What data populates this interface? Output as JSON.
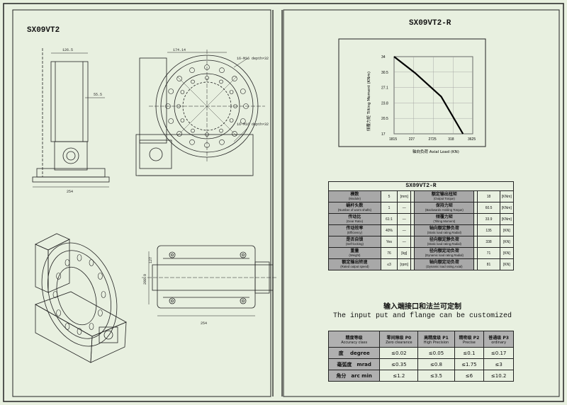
{
  "left_panel": {
    "title": "SX09VT2",
    "dims": {
      "d1": "126.5",
      "d2": "174.14",
      "d3": "16-M16 depth×32",
      "d4": "55.5",
      "d5": "16-M16 depth×32",
      "d6": "254",
      "d7": "254",
      "d8": "127",
      "d9": "288.9"
    }
  },
  "right_panel": {
    "title": "SX09VT2-R",
    "chart_data": {
      "type": "line",
      "xlabel": "轴向负荷 Axial Load (KN)",
      "ylabel": "倾覆力矩 Tilting Moment (KNm)",
      "x_ticks": [
        "1815",
        "227",
        "2725",
        "318",
        "3625"
      ],
      "y_ticks": [
        "34",
        "30.5",
        "27.1",
        "23.8",
        "20.5",
        "17"
      ],
      "x_range": [
        1815,
        3625
      ],
      "y_range": [
        17,
        34
      ],
      "series": [
        {
          "name": "",
          "x": [
            1815,
            2300,
            2900,
            3400
          ],
          "y": [
            34,
            30.4,
            25.2,
            17
          ]
        }
      ]
    },
    "specs": {
      "title": "SX09VT2-R",
      "rows": [
        {
          "l_cn": "模数",
          "l_en": "(Module)",
          "l_val": "5",
          "l_unit": "[mm]",
          "r_cn": "额定输出扭矩",
          "r_en": "(Output Torque)",
          "r_val": "18",
          "r_unit": "[KNm]"
        },
        {
          "l_cn": "蜗杆头数",
          "l_en": "(Number of worm shafts)",
          "l_val": "1",
          "l_unit": "—",
          "r_cn": "保持力矩",
          "r_en": "(Backwards Holding Torque)",
          "r_val": "60.5",
          "r_unit": "[KNm]"
        },
        {
          "l_cn": "传动比",
          "l_en": "(Gear Ratio)",
          "l_val": "61:1",
          "l_unit": "—",
          "r_cn": "倾覆力矩",
          "r_en": "(Tilting Moment)",
          "r_val": "33.9",
          "r_unit": "[KNm]"
        },
        {
          "l_cn": "传动效率",
          "l_en": "(Efficiency)",
          "l_val": "40%",
          "l_unit": "—",
          "r_cn": "轴向额定静负荷",
          "r_en": "(Static load rating,Radial)",
          "r_val": "135",
          "r_unit": "[KN]"
        },
        {
          "l_cn": "是否自锁",
          "l_en": "(Self-locking)",
          "l_val": "Yes",
          "l_unit": "—",
          "r_cn": "径向额定静负荷",
          "r_en": "(Static load rating,Radial)",
          "r_val": "338",
          "r_unit": "[KN]"
        },
        {
          "l_cn": "重量",
          "l_en": "(Weight)",
          "l_val": "76",
          "l_unit": "[kg]",
          "r_cn": "径向额定动负荷",
          "r_en": "(Dynamic load rating,Radial)",
          "r_val": "71",
          "r_unit": "[KN]"
        },
        {
          "l_cn": "额定输出转速",
          "l_en": "(Rated output speed)",
          "l_val": "≤3",
          "l_unit": "[rpm]",
          "r_cn": "轴向额定动负荷",
          "r_en": "(Dynamic load rating,Axial)",
          "r_val": "81",
          "r_unit": "[KN]"
        }
      ]
    },
    "customization": {
      "cn": "输入端接口和法兰可定制",
      "en": "The input put and flange can be customized"
    },
    "accuracy": {
      "headers": [
        {
          "cn": "精度等级",
          "en": "Accuracy class"
        },
        {
          "cn": "零间隙级 P0",
          "en": "Zero clearance"
        },
        {
          "cn": "高精度级 P1",
          "en": "High Precision"
        },
        {
          "cn": "精密级 P2",
          "en": "Precise"
        },
        {
          "cn": "普通级 P3",
          "en": "ordinary"
        }
      ],
      "rows": [
        {
          "label": "度　 degree",
          "v": [
            "≤0.02",
            "≤0.05",
            "≤0.1",
            "≤0.17"
          ]
        },
        {
          "label": "毫弧度　mrad",
          "v": [
            "≤0.35",
            "≤0.8",
            "≤1.75",
            "≤3"
          ]
        },
        {
          "label": "角分　arc min",
          "v": [
            "≤1.2",
            "≤3.5",
            "≤6",
            "≤10.2"
          ]
        }
      ]
    }
  }
}
